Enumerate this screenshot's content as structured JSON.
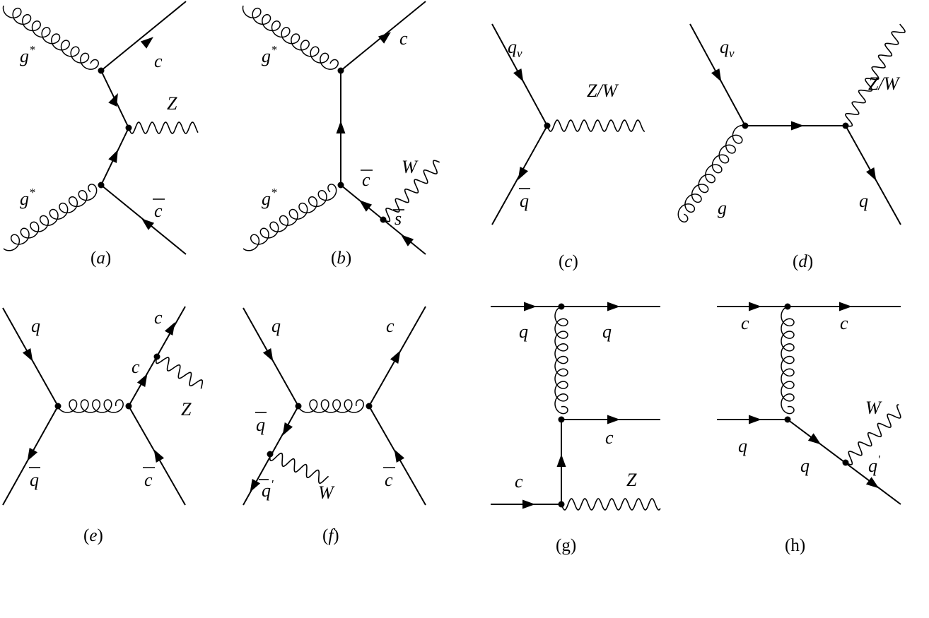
{
  "captions": {
    "a": "a",
    "b": "b",
    "c": "c",
    "d": "d",
    "e": "e",
    "f": "f",
    "g": "(g)",
    "h": "(h)",
    "open": "(",
    "close": ")"
  },
  "labels": {
    "a": {
      "g1": "g",
      "g2": "g",
      "star": "*",
      "c": "c",
      "z": "Z",
      "cbar": "c"
    },
    "b": {
      "g1": "g",
      "g2": "g",
      "star": "*",
      "c": "c",
      "cbar": "c",
      "w": "W",
      "sbar": "s"
    },
    "c": {
      "q": "q",
      "v": "v",
      "zw": "Z/W",
      "qbar": "q"
    },
    "d": {
      "q": "q",
      "v": "v",
      "zw": "Z/W",
      "g": "g",
      "q2": "q"
    },
    "e": {
      "q": "q",
      "c1": "c",
      "c2": "c",
      "z": "Z",
      "qbar": "q",
      "cbar": "c"
    },
    "f": {
      "q": "q",
      "c": "c",
      "qbar": "q",
      "qp": "q",
      "prime": "'",
      "w": "W",
      "cbar": "c"
    },
    "g": {
      "q1": "q",
      "q2": "q",
      "c": "c",
      "c2": "c",
      "z": "Z"
    },
    "h": {
      "c1": "c",
      "c2": "c",
      "q1": "q",
      "q2": "q",
      "qp": "q",
      "prime": "'",
      "w": "W"
    }
  }
}
